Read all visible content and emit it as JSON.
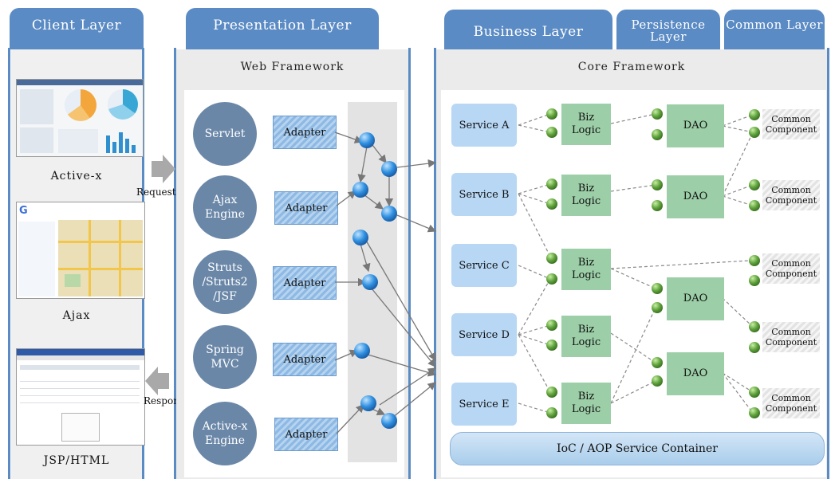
{
  "layers": {
    "client": "Client Layer",
    "presentation": "Presentation Layer",
    "business": "Business Layer",
    "persistence": "Persistence Layer",
    "common": "Common Layer"
  },
  "frameworks": {
    "web": "Web Framework",
    "core": "Core Framework"
  },
  "clients": [
    {
      "label": "Active-x"
    },
    {
      "label": "Ajax"
    },
    {
      "label": "JSP/HTML"
    }
  ],
  "flow": {
    "request": "Request",
    "response": "Response"
  },
  "web_frameworks": [
    "Servlet",
    "Ajax Engine",
    "Struts /Struts2 /JSF",
    "Spring MVC",
    "Active-x Engine"
  ],
  "adapter_label": "Adapter",
  "services": [
    "Service A",
    "Service B",
    "Service C",
    "Service D",
    "Service E"
  ],
  "biz_logic_label": "Biz Logic",
  "dao_label": "DAO",
  "common_component_label": "Common Component",
  "container": "IoC / AOP Service Container",
  "colors": {
    "tab": "#5b8bc4",
    "panel": "#ebebeb",
    "framework_circle": "#6a87a8",
    "service": "#b7d7f5",
    "biz_dao": "#9ccfa8",
    "connector_node": "#5fa23c",
    "dispatcher_node": "#2f8fe0"
  }
}
